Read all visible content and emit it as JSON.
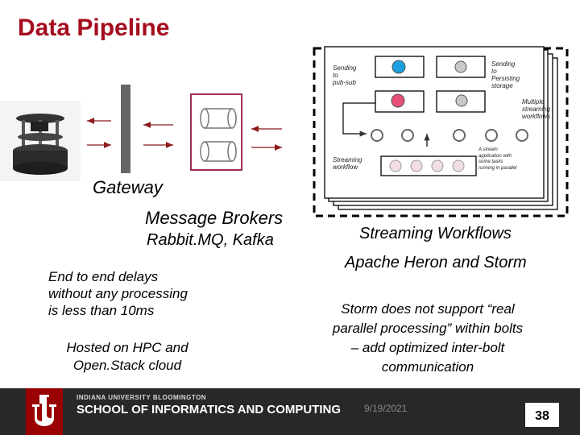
{
  "title": "Data Pipeline",
  "left": {
    "gateway": "Gateway",
    "brokers_line1": "Message Brokers",
    "brokers_line2": "Rabbit.MQ, Kafka",
    "delay_text": [
      "End to end delays",
      "without any processing",
      "is less than 10ms"
    ],
    "hosted_text": [
      "Hosted on HPC and",
      "Open.Stack cloud"
    ]
  },
  "diagram": {
    "sending_pubsub": [
      "Sending",
      "to",
      "pub-sub"
    ],
    "sending_storage": [
      "Sending",
      "to",
      "Persisting",
      "storage"
    ],
    "multiple_workflows": [
      "Multiple",
      "streaming",
      "workflows"
    ],
    "streaming_workflow": [
      "Streaming",
      "workflow"
    ],
    "stream_app": [
      "A stream",
      "application with",
      "some tasks",
      "running in parallel"
    ],
    "colors": {
      "blue": "#1aa0e0",
      "pink": "#e8507a",
      "grey": "#c8c8c8",
      "red_box": "#a03050"
    }
  },
  "right": {
    "workflows_line1": "Streaming Workflows",
    "workflows_line2": "Apache Heron and Storm",
    "storm_text": [
      "Storm does not support “real",
      "parallel processing” within bolts",
      "– add optimized inter-bolt",
      "communication"
    ]
  },
  "footer": {
    "university": "INDIANA UNIVERSITY BLOOMINGTON",
    "school": "SCHOOL OF INFORMATICS AND COMPUTING",
    "date": "9/19/2021",
    "page": "38",
    "brand_color": "#990000"
  }
}
